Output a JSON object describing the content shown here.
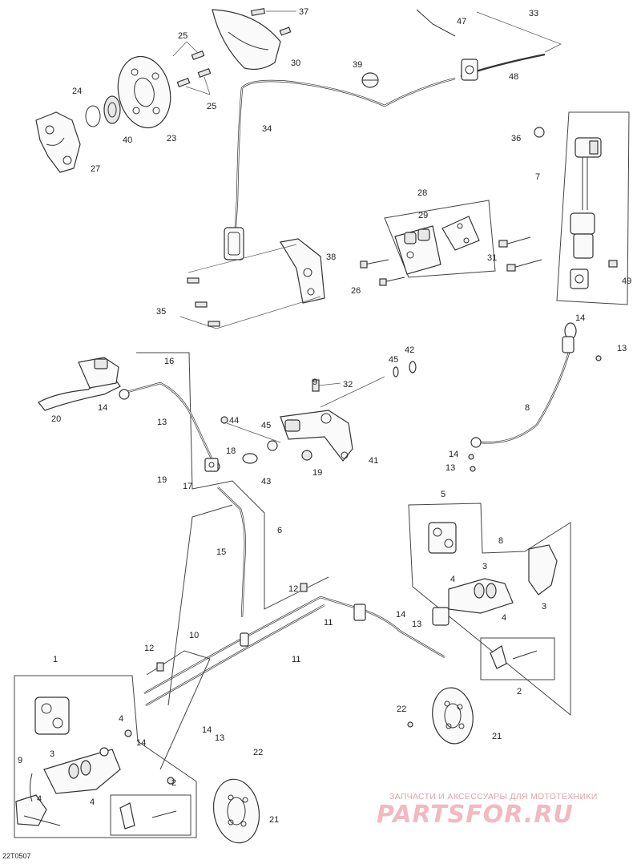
{
  "diagram_code": "22T0507",
  "watermark": {
    "tagline": "ЗАПЧАСТИ И АКСЕССУАРЫ ДЛЯ МОТОТЕХНИКИ",
    "logo": "PARTSFOR.RU",
    "color": "#f3b9c0"
  },
  "callouts": {
    "c37": "37",
    "c30": "30",
    "c25a": "25",
    "c25b": "25",
    "c24": "24",
    "c40": "40",
    "c23": "23",
    "c27": "27",
    "c34": "34",
    "c39": "39",
    "c47": "47",
    "c33": "33",
    "c48": "48",
    "c36": "36",
    "c7": "7",
    "c28": "28",
    "c29": "29",
    "c31": "31",
    "c26": "26",
    "c38": "38",
    "c35": "35",
    "c49": "49",
    "c14a": "14",
    "c13a": "13",
    "c16": "16",
    "c20": "20",
    "c14b": "14",
    "c13b": "13",
    "c9": "9",
    "c32": "32",
    "c45a": "45",
    "c42": "42",
    "c44": "44",
    "c45b": "45",
    "c18": "18",
    "c19a": "19",
    "c17": "17",
    "c43": "43",
    "c19b": "19",
    "c41": "41",
    "c8a": "8",
    "c14c": "14",
    "c13c": "13",
    "c5": "5",
    "c8b": "8",
    "c6": "6",
    "c15": "15",
    "c3a": "3",
    "c4a": "4",
    "c3b": "3",
    "c4b": "4",
    "c12a": "12",
    "c14d": "14",
    "c13d": "13",
    "c11a": "11",
    "c2a": "2",
    "c10": "10",
    "c11b": "11",
    "c12b": "12",
    "c1": "1",
    "c22a": "22",
    "c21a": "21",
    "c4c": "4",
    "c14e": "14",
    "c14f": "14",
    "c13e": "13",
    "c9b": "9",
    "c3c": "3",
    "c22b": "22",
    "c2b": "2",
    "c4d": "4",
    "c4e": "4",
    "c21b": "21"
  }
}
